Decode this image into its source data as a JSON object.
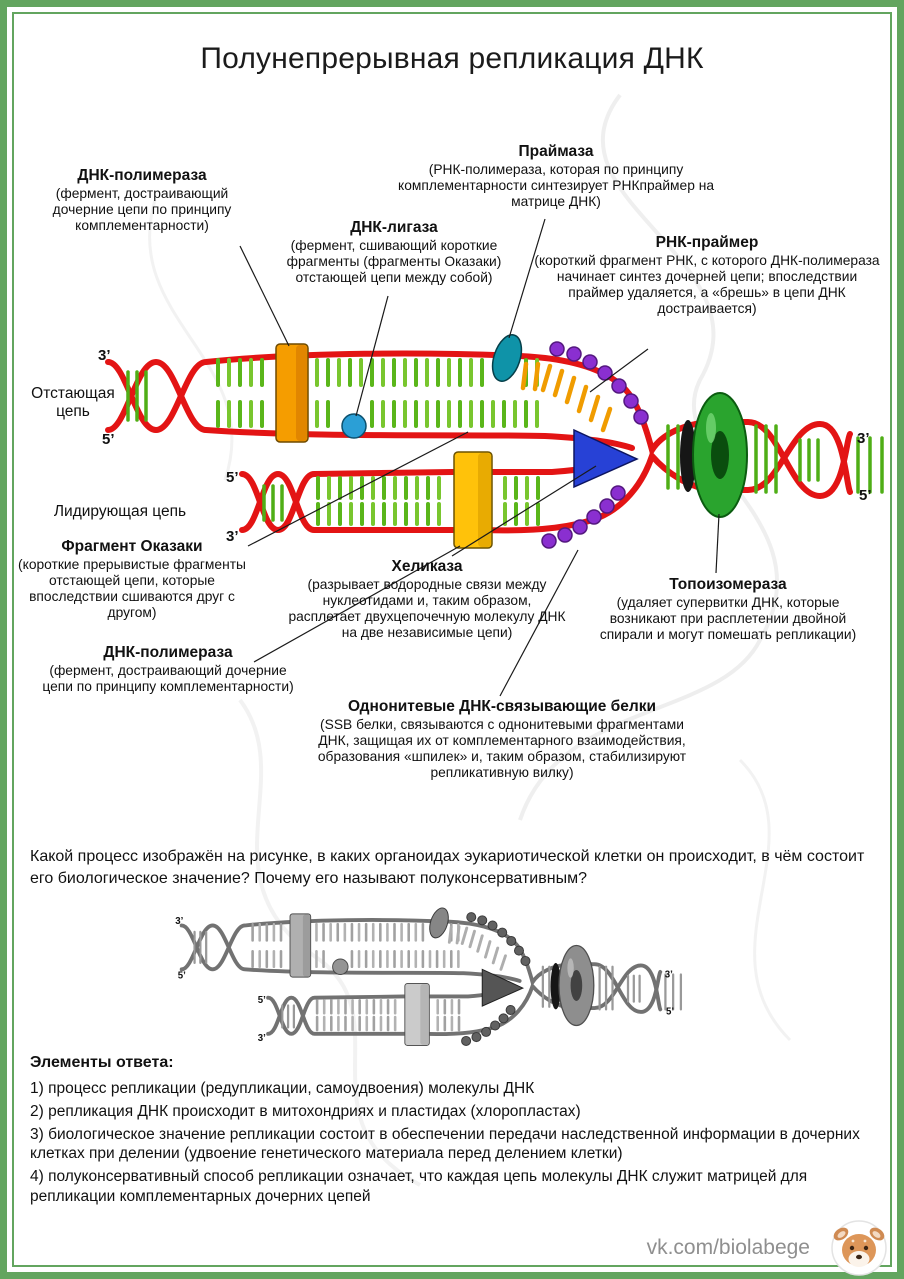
{
  "title": "Полунепрерывная репликация ДНК",
  "diagram": {
    "labels": {
      "dna_polymerase_top": {
        "title": "ДНК-полимераза",
        "desc": "(фермент, достраивающий дочерние цепи по принципу комплементарности)"
      },
      "primase": {
        "title": "Праймаза",
        "desc": "(РНК-полимераза, которая по принципу комплементарности синтезирует РНКпраймер на матрице ДНК)"
      },
      "dna_ligase": {
        "title": "ДНК-лигаза",
        "desc": "(фермент, сшивающий короткие фрагменты (фрагменты Оказаки) отстающей цепи между собой)"
      },
      "rna_primer": {
        "title": "РНК-праймер",
        "desc": "(короткий фрагмент РНК, с которого ДНК-полимераза начинает синтез дочерней цепи; впоследствии праймер удаляется, а «брешь» в цепи ДНК достраивается)"
      },
      "lagging_strand": "Отстающая цепь",
      "leading_strand": "Лидирующая цепь",
      "okazaki_fragment": {
        "title": "Фрагмент Оказаки",
        "desc": "(короткие прерывистые фрагменты отстающей цепи, которые впоследствии сшиваются друг с другом)"
      },
      "dna_polymerase_bottom": {
        "title": "ДНК-полимераза",
        "desc": "(фермент, достраивающий дочерние цепи по принципу комплементарности)"
      },
      "helicase": {
        "title": "Хеликаза",
        "desc": "(разрывает водородные связи между нуклеотидами и, таким образом, расплетает двухцепочечную молекулу ДНК на две независимые цепи)"
      },
      "topoisomerase": {
        "title": "Топоизомераза",
        "desc": "(удаляет супервитки ДНК, которые возникают при расплетении двойной спирали и могут помешать репликации)"
      },
      "ssb": {
        "title": "Однонитевые ДНК-связывающие белки",
        "desc": "(SSB белки, связываются с однонитевыми фрагментами ДНК, защищая их от комплементарного взаимодействия, образования «шпилек» и, таким образом, стабилизируют репликативную вилку)"
      }
    },
    "strand_ends": {
      "top_left_3": "3’",
      "top_left_5": "5’",
      "bottom_left_5": "5’",
      "bottom_left_3": "3’",
      "right_3": "3’",
      "right_5": "5’"
    }
  },
  "question": "Какой процесс изображён на рисунке, в каких органоидах эукариотической клетки он происходит, в чём состоит его биологическое значение? Почему его называют полуконсервативным?",
  "answer": {
    "heading": "Элементы ответа:",
    "items": [
      "1) процесс репликации (редупликации, самоудвоения) молекулы ДНК",
      "2) репликация ДНК происходит в митохондриях и пластидах (хлоропластах)",
      "3) биологическое значение репликации состоит в обеспечении передачи наследственной информации в дочерних клетках при делении (удвоение генетического материала перед делением клетки)",
      "4) полуконсервативный способ репликации означает, что каждая цепь молекулы ДНК служит матрицей для репликации комплементарных дочерних цепей"
    ]
  },
  "watermark": "vk.com/biolabege",
  "palette": {
    "frame_green": "#63a55f",
    "strand_red": "#e31414",
    "base_tick_green": "#5ab61a",
    "primer_orange": "#f09c00",
    "polymerase_top_orange": "#f59d00",
    "polymerase_bottom_yellow": "#ffc20a",
    "primase_teal": "#0f93a8",
    "ligase_blue": "#2b9fd6",
    "helicase_blue": "#2741d6",
    "topoisomerase_green": "#2aa42e",
    "ssb_purple": "#8a2fd0"
  }
}
